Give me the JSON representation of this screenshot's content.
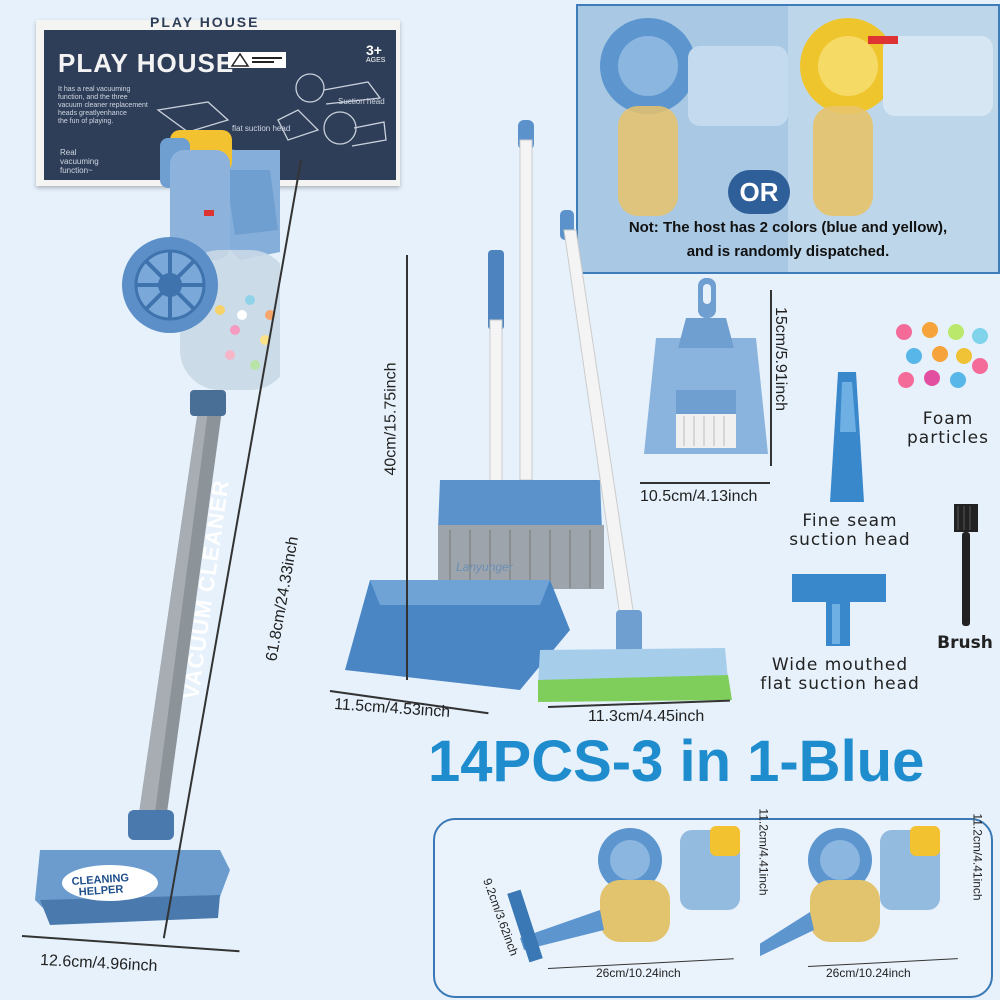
{
  "box": {
    "title": "PLAY HOUSE",
    "top_title": "PLAY HOUSE",
    "age": "3+",
    "age_sub": "AGES",
    "text_lines": [
      "It has a real vacuuming",
      "function, and the three",
      "vacuum cleaner replacement",
      "heads greatlyenhance",
      "the fun of playing."
    ],
    "suction_head": "Suction head",
    "flat_suction_head": "flat suction head",
    "real_vacuuming": [
      "Real",
      "vacuuming",
      "function~"
    ]
  },
  "inset": {
    "or_label": "OR",
    "note": [
      "Not: The host has 2 colors (blue and yellow),",
      "and is randomly dispatched."
    ]
  },
  "vacuum": {
    "shaft_text": "VACUUM CLEANER",
    "head_badge": [
      "CLEANING",
      "HELPER"
    ]
  },
  "dimensions": {
    "vacuum_height": "61.8cm/24.33inch",
    "vacuum_width": "12.6cm/4.96inch",
    "broom_height": "40cm/15.75inch",
    "dustpan_width": "11.5cm/4.53inch",
    "mop_width": "11.3cm/4.45inch",
    "hand_pan_height": "15cm/5.91inch",
    "hand_pan_width": "10.5cm/4.13inch",
    "host_height_1": "11.2cm/4.41inch",
    "host_height_2": "11.2cm/4.41inch",
    "host_length_1": "26cm/10.24inch",
    "host_length_2": "26cm/10.24inch",
    "attachment_length": "9.2cm/3.62inch"
  },
  "labels": {
    "foam_particles": [
      "Foam",
      "particles"
    ],
    "fine_seam": [
      "Fine seam",
      "suction head"
    ],
    "brush": "Brush",
    "wide_mouthed": [
      "Wide mouthed",
      "flat suction head"
    ]
  },
  "headline": "14PCS-3 in 1-Blue",
  "watermark": "Lanyunger",
  "colors": {
    "background": "#e6f1fb",
    "toy_blue": "#6f9fd0",
    "dark_blue": "#3b6ea8",
    "accent_yellow": "#f2c230",
    "headline_blue": "#1e8ccd"
  }
}
